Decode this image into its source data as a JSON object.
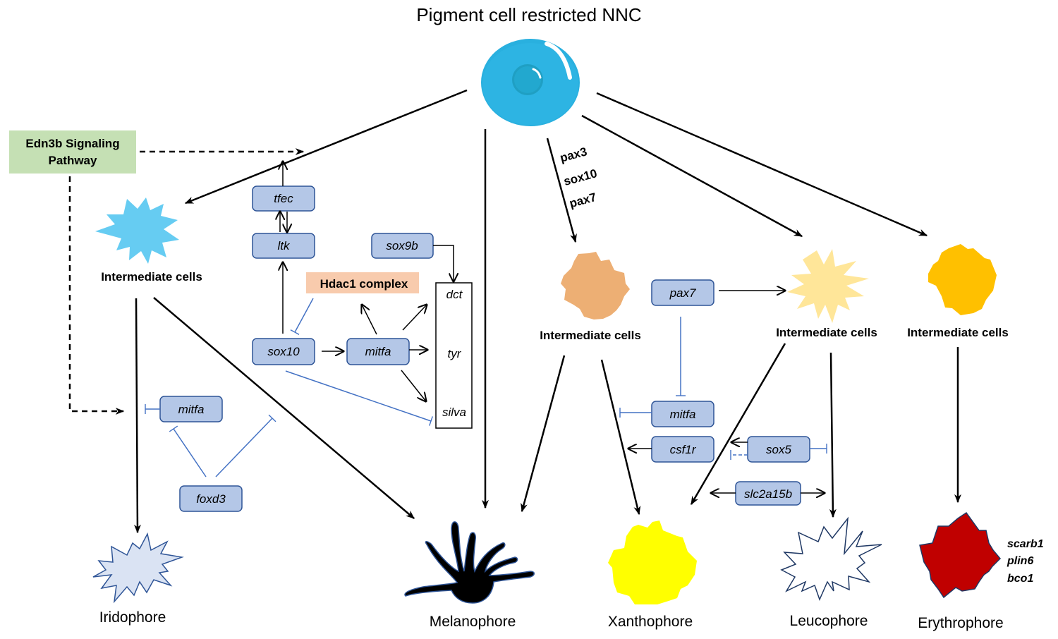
{
  "title": "Pigment cell restricted NNC",
  "colors": {
    "nnc_cell": "#29b0df",
    "gene_box_fill": "#b4c7e7",
    "gene_box_border": "#2f5597",
    "inhibition_line": "#4472c4",
    "edn3b_box": "#c5e0b4",
    "hdac1_box": "#f8cbad",
    "intermediate_iridophore": "#66ccf2",
    "intermediate_xanthophore": "#edaf74",
    "intermediate_leucophore": "#ffe699",
    "intermediate_erythrophore": "#ffc000",
    "iridophore": "#dae3f3",
    "melanophore": "#000000",
    "xanthophore": "#ffff00",
    "leucophore": "#ffffff",
    "erythrophore": "#c00000"
  },
  "signaling": {
    "edn3b": "Edn3b Signaling\nPathway",
    "edn3b_line1": "Edn3b Signaling",
    "edn3b_line2": "Pathway",
    "hdac1": "Hdac1 complex"
  },
  "intermediate_label": "Intermediate cells",
  "arrow_labels": [
    "pax3",
    "sox10",
    "pax7"
  ],
  "genes": {
    "tfec": "tfec",
    "ltk": "ltk",
    "sox9b": "sox9b",
    "sox10": "sox10",
    "mitfa_melano": "mitfa",
    "mitfa_irido": "mitfa",
    "foxd3": "foxd3",
    "pax7": "pax7",
    "mitfa_xantho": "mitfa",
    "csf1r": "csf1r",
    "sox5": "sox5",
    "slc2a15b": "slc2a15b"
  },
  "melanin_targets": [
    "dct",
    "tyr",
    "silva"
  ],
  "erythrophore_genes": [
    "scarb1",
    "plin6",
    "bco1"
  ],
  "final_cells": {
    "iridophore": "Iridophore",
    "melanophore": "Melanophore",
    "xanthophore": "Xanthophore",
    "leucophore": "Leucophore",
    "erythrophore": "Erythrophore"
  }
}
